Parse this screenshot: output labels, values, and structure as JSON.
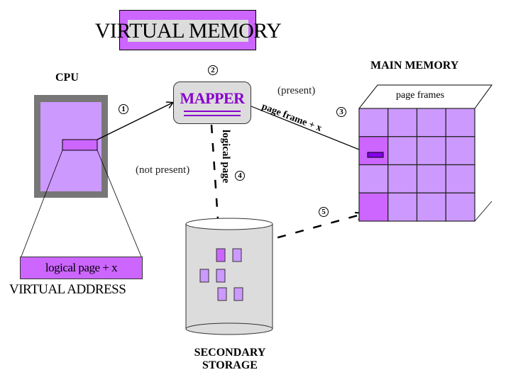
{
  "title": "VIRTUAL MEMORY",
  "colors": {
    "accent_purple": "#cc66ff",
    "light_purple": "#cc99ff",
    "deep_purple": "#8800cc",
    "gray_box": "#dcdcdc",
    "cpu_frame": "#777777"
  },
  "cpu": {
    "label": "CPU"
  },
  "mapper": {
    "label": "MAPPER"
  },
  "main_memory": {
    "label": "MAIN MEMORY",
    "top_label": "page frames",
    "grid_rows": 4,
    "grid_cols": 4,
    "highlighted_frames": [
      [
        1,
        0
      ],
      [
        3,
        0
      ]
    ]
  },
  "virtual_address": {
    "box_text": "logical page + x",
    "label": "VIRTUAL ADDRESS"
  },
  "secondary_storage": {
    "label_line1": "SECONDARY",
    "label_line2": "STORAGE"
  },
  "arrows": {
    "step1": "1",
    "step2": "2",
    "step3": "3",
    "step4": "4",
    "step5": "5",
    "present_label": "(present)",
    "page_frame_label": "page frame + x",
    "not_present_label": "(not present)",
    "logical_page_label": "logical page"
  }
}
